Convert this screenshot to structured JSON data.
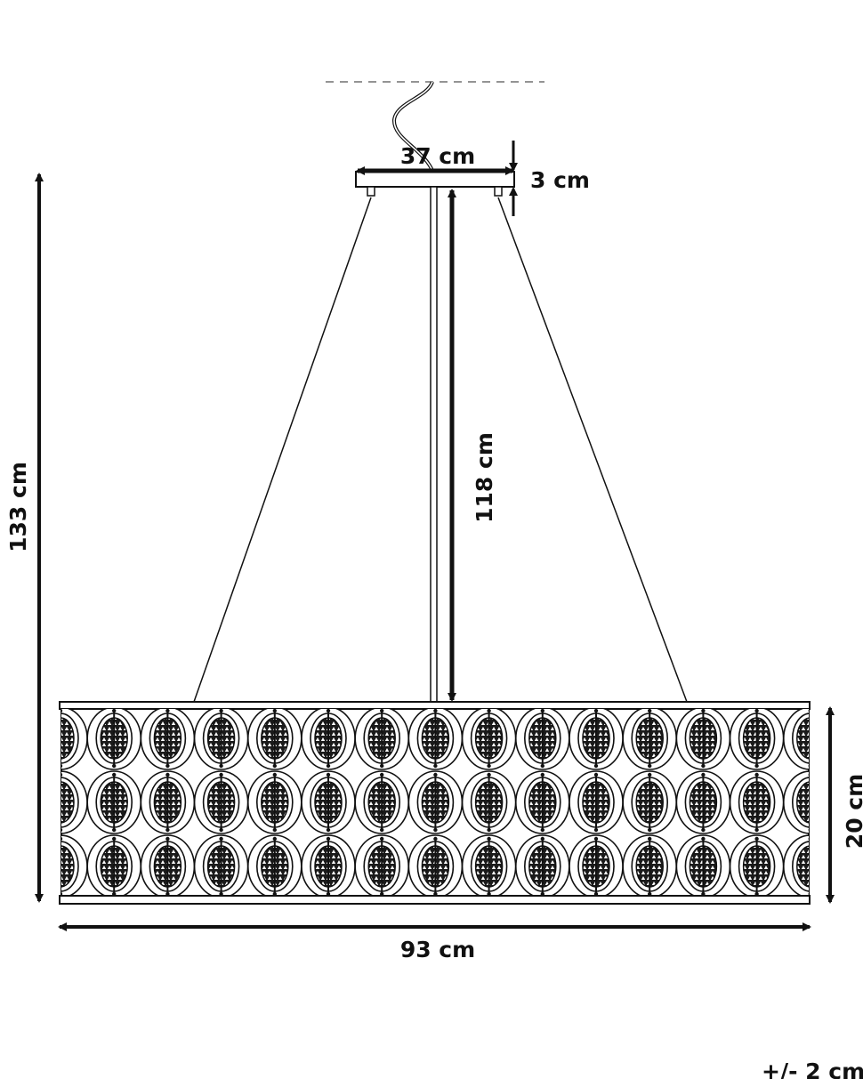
{
  "dimensions": {
    "canopy_width": "37 cm",
    "canopy_height": "3 cm",
    "rod_length": "118 cm",
    "total_height": "133 cm",
    "shade_height": "20 cm",
    "shade_width": "93 cm",
    "tolerance": "+/- 2 cm"
  },
  "colors": {
    "line": "#111111",
    "background": "#ffffff"
  }
}
